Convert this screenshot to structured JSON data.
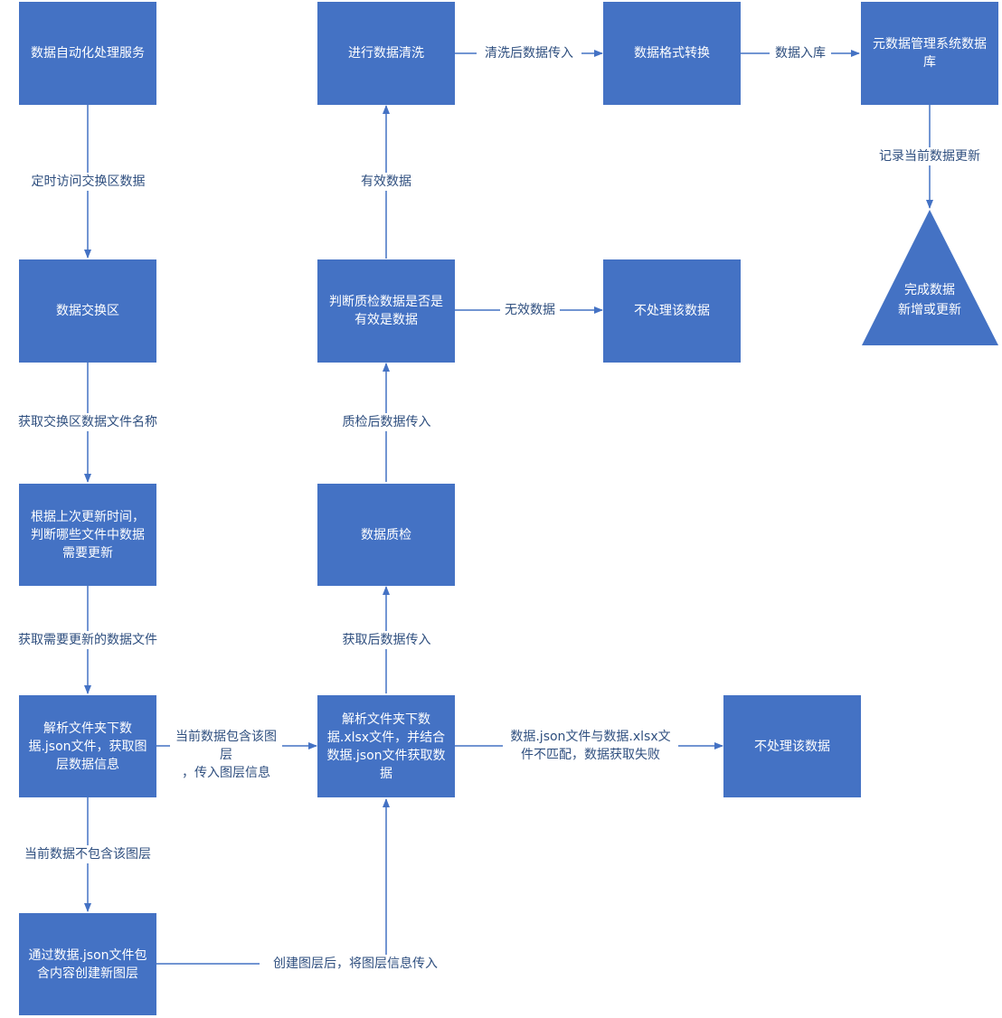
{
  "boxes": {
    "auto_service": "数据自动化处理服务",
    "exchange_area": "数据交换区",
    "decide_update": "根据上次更新时间，判断哪些文件中数据需要更新",
    "parse_json": "解析文件夹下数据.json文件，获取图层数据信息",
    "create_layer": "通过数据.json文件包含内容创建新图层",
    "parse_xlsx": "解析文件夹下数据.xlsx文件，并结合数据.json文件获取数据",
    "quality_check": "数据质检",
    "judge_valid": "判断质检数据是否是有效是数据",
    "clean": "进行数据清洗",
    "format_convert": "数据格式转换",
    "metadata_db": "元数据管理系统数据库",
    "no_process_1": "不处理该数据",
    "no_process_2": "不处理该数据",
    "finish": "完成数据\n新增或更新"
  },
  "edges": {
    "timed_access": "定时访问交换区数据",
    "get_names": "获取交换区数据文件名称",
    "get_files": "获取需要更新的数据文件",
    "not_contain": "当前数据不包含该图层",
    "contains": "当前数据包含该图层\n，传入图层信息",
    "after_create": "创建图层后，将图层信息传入",
    "mismatch": "数据.json文件与数据.xlsx文\n件不匹配，数据获取失败",
    "after_fetch": "获取后数据传入",
    "after_qc": "质检后数据传入",
    "invalid": "无效数据",
    "valid": "有效数据",
    "after_clean": "清洗后数据传入",
    "store": "数据入库",
    "record_update": "记录当前数据更新"
  },
  "colors": {
    "box": "#4472c4",
    "line": "#4472c4",
    "text": "#2f4f7f"
  }
}
